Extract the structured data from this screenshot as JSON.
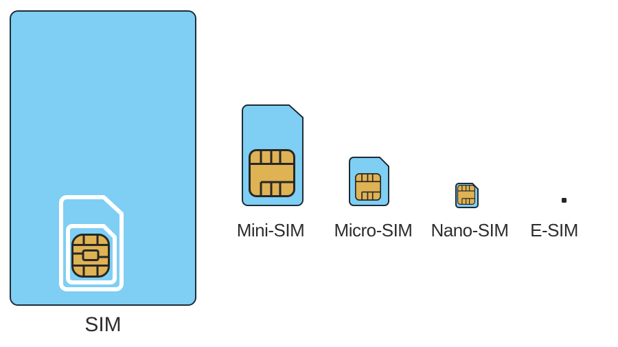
{
  "colors": {
    "background": "#FFFFFF",
    "card_fill": "#7FCEF3",
    "card_border": "#1E2B35",
    "chip_fill": "#DFB253",
    "chip_border": "#272727",
    "cutout_stroke": "#FFFFFF",
    "label_text": "#2D2D2D",
    "esim_dot": "#262626"
  },
  "cards": [
    {
      "id": "sim",
      "label": "SIM"
    },
    {
      "id": "mini-sim",
      "label": "Mini-SIM"
    },
    {
      "id": "micro-sim",
      "label": "Micro-SIM"
    },
    {
      "id": "nano-sim",
      "label": "Nano-SIM"
    },
    {
      "id": "e-sim",
      "label": "E-SIM"
    }
  ]
}
